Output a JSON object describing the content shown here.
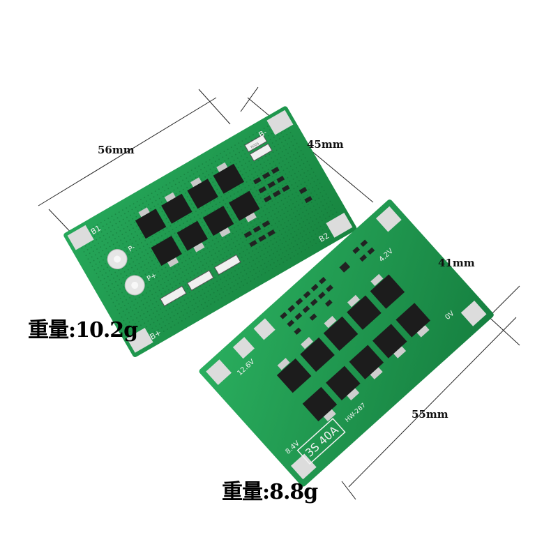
{
  "dimensions": {
    "board1_length": "56mm",
    "board1_width": "45mm",
    "board2_width": "41mm",
    "board2_length": "55mm"
  },
  "weights": {
    "board1": "重量:10.2g",
    "board2": "重量:8.8g"
  },
  "board1_silkscreen": {
    "b_minus": "B-",
    "b1": "B1",
    "b2": "B2",
    "p_minus": "P-",
    "p_plus": "P+",
    "b_plus": "B+",
    "resistor_code": "R005"
  },
  "board2_silkscreen": {
    "v126": "12.6V",
    "v42": "4.2V",
    "v84": "8.4V",
    "spec": "3S 40A",
    "model": "HW-287",
    "zero_v": "0V"
  },
  "colors": {
    "pcb_green": "#1f9a4e",
    "pcb_dark": "#167a3c",
    "pad_silver": "#d9d9d9",
    "chip_black": "#1a1a1a"
  }
}
